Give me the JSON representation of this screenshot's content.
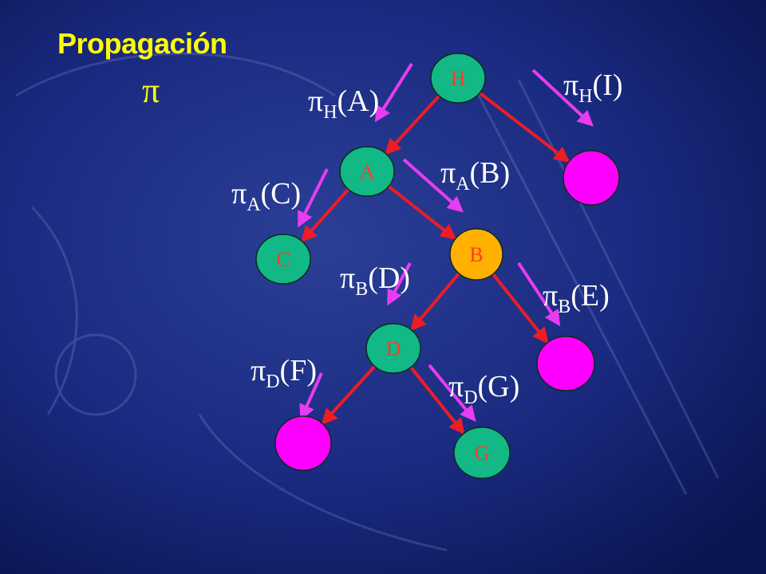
{
  "colors": {
    "background_center": "#2b3f96",
    "background_edge": "#0a1450",
    "title": "#ffff00",
    "node_green": "#12b886",
    "node_orange": "#ffb000",
    "node_magenta": "#ff00ff",
    "node_label": "#ff3a2a",
    "edge": "#ee1c25",
    "message_arrow": "#e83cf0",
    "message_text": "#ffffff"
  },
  "slide": {
    "title": "Propagación",
    "title_symbol": "π"
  },
  "nodes": [
    {
      "id": "H",
      "label": "H",
      "color": "green"
    },
    {
      "id": "A",
      "label": "A",
      "color": "green"
    },
    {
      "id": "I",
      "label": "",
      "color": "magenta"
    },
    {
      "id": "C",
      "label": "C",
      "color": "green"
    },
    {
      "id": "B",
      "label": "B",
      "color": "orange"
    },
    {
      "id": "D",
      "label": "D",
      "color": "green"
    },
    {
      "id": "E",
      "label": "",
      "color": "magenta"
    },
    {
      "id": "F",
      "label": "",
      "color": "magenta"
    },
    {
      "id": "G",
      "label": "G",
      "color": "green"
    }
  ],
  "edges": [
    {
      "from": "H",
      "to": "A"
    },
    {
      "from": "H",
      "to": "I"
    },
    {
      "from": "A",
      "to": "C"
    },
    {
      "from": "A",
      "to": "B"
    },
    {
      "from": "B",
      "to": "D"
    },
    {
      "from": "B",
      "to": "E"
    },
    {
      "from": "D",
      "to": "F"
    },
    {
      "from": "D",
      "to": "G"
    }
  ],
  "messages": [
    {
      "id": "H-A",
      "symbol": "π",
      "sub": "H",
      "arg": "(A)"
    },
    {
      "id": "H-I",
      "symbol": "π",
      "sub": "H",
      "arg": "(I)"
    },
    {
      "id": "A-C",
      "symbol": "π",
      "sub": "A",
      "arg": "(C)"
    },
    {
      "id": "A-B",
      "symbol": "π",
      "sub": "A",
      "arg": "(B)"
    },
    {
      "id": "B-D",
      "symbol": "π",
      "sub": "B",
      "arg": "(D)"
    },
    {
      "id": "B-E",
      "symbol": "π",
      "sub": "B",
      "arg": "(E)"
    },
    {
      "id": "D-F",
      "symbol": "π",
      "sub": "D",
      "arg": "(F)"
    },
    {
      "id": "D-G",
      "symbol": "π",
      "sub": "D",
      "arg": "(G)"
    }
  ]
}
